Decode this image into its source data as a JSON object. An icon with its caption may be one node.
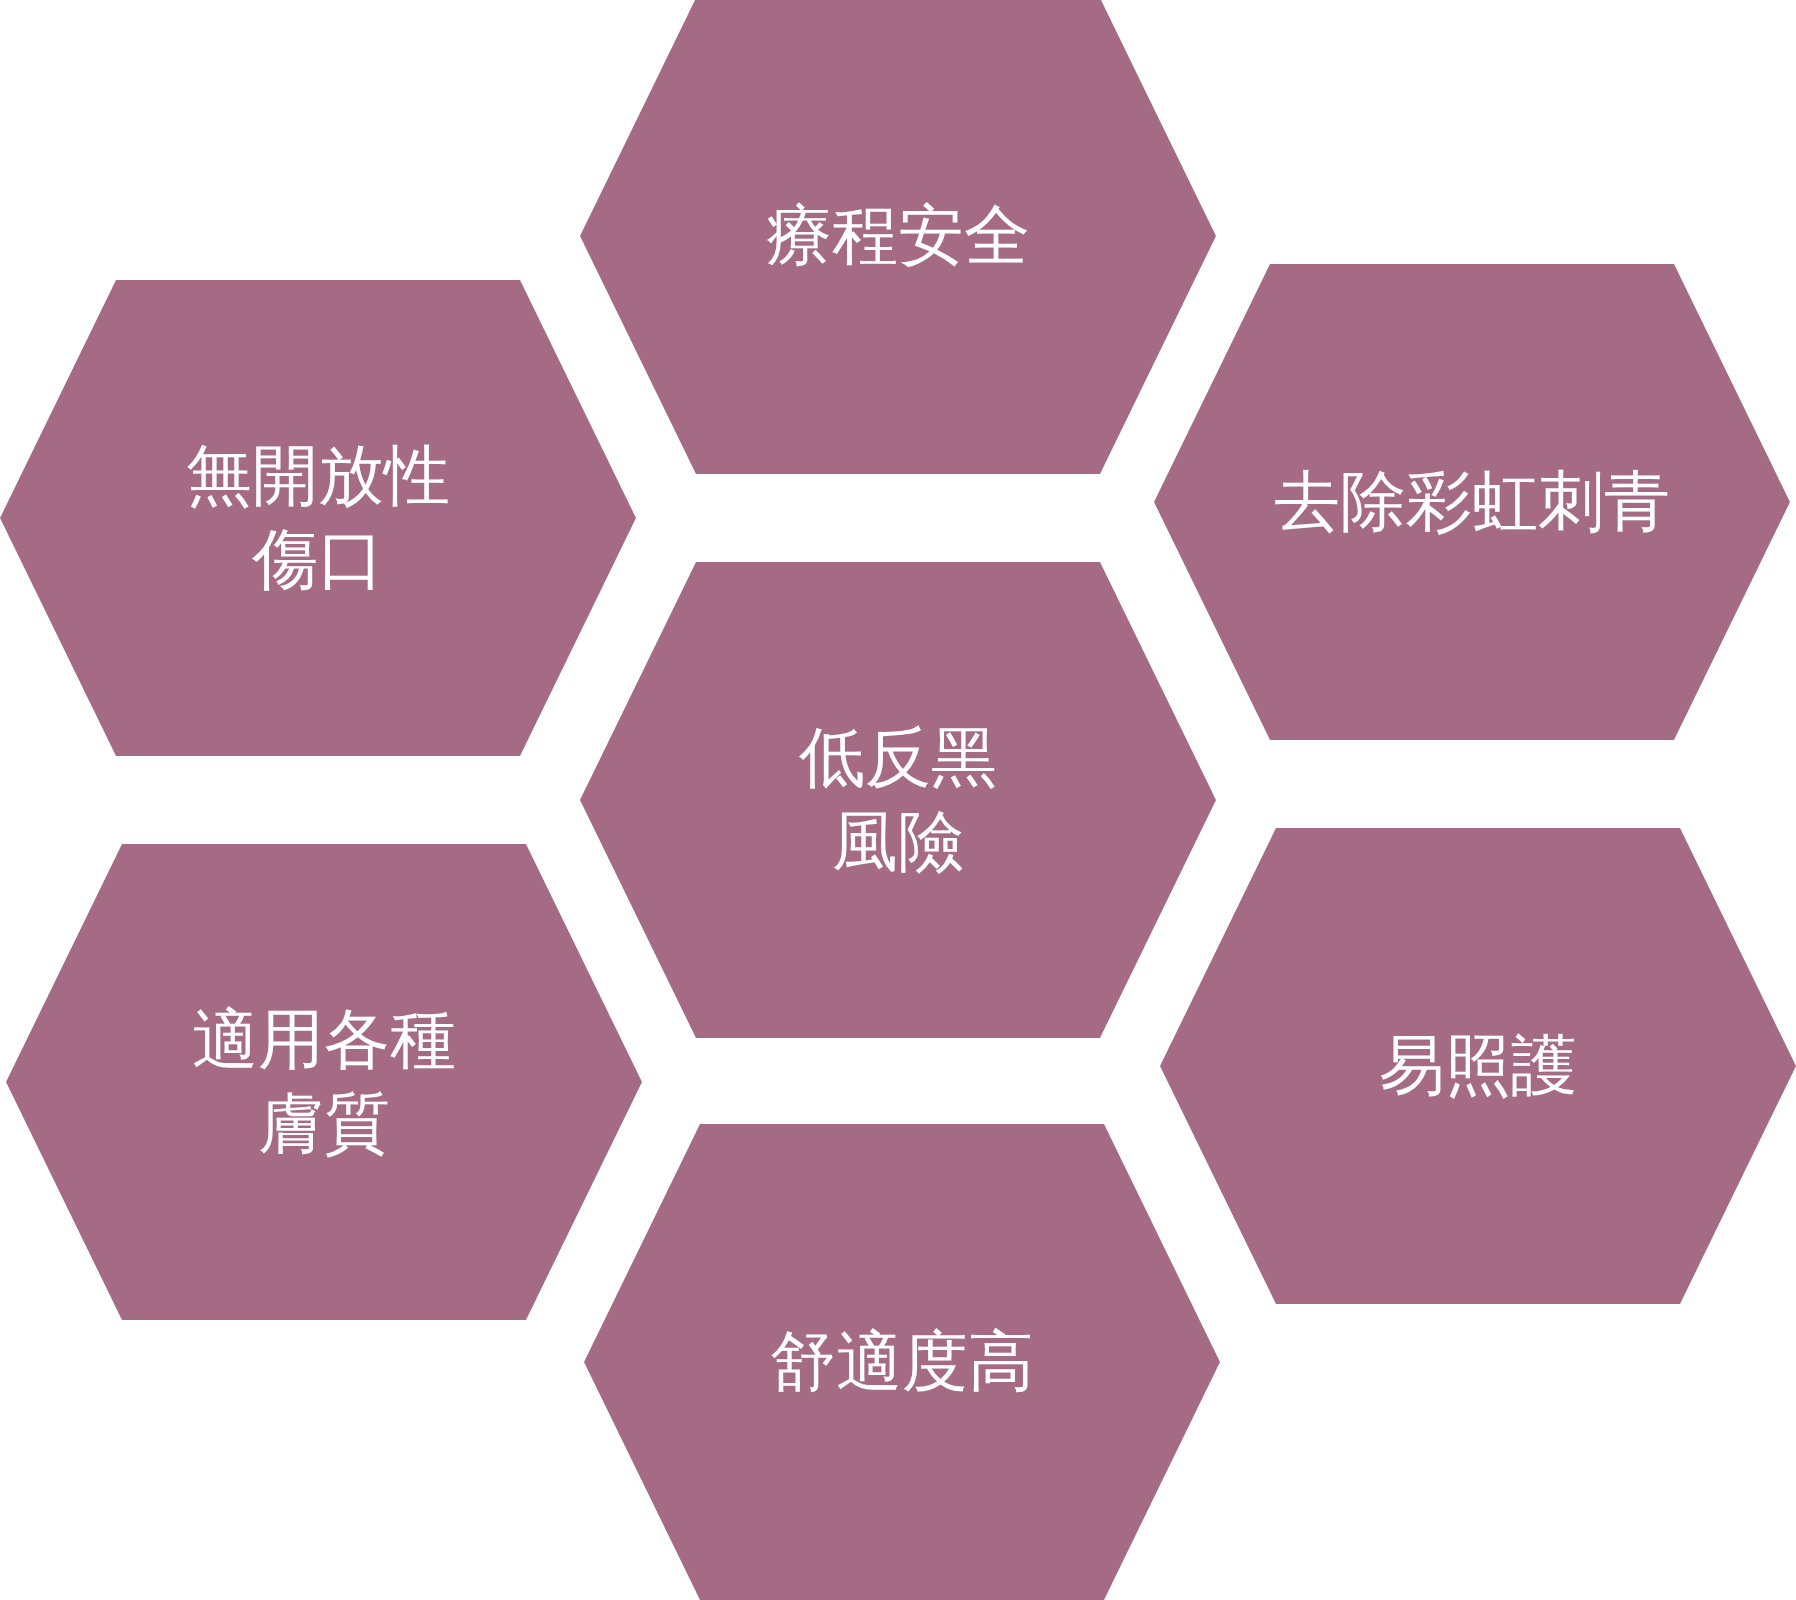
{
  "diagram": {
    "nodes": [
      {
        "text": [
          "療程安全"
        ]
      },
      {
        "text": [
          "去除彩虹刺青"
        ]
      },
      {
        "text": [
          "無開放性傷口"
        ]
      },
      {
        "text": [
          "低反黑風險"
        ]
      },
      {
        "text": [
          "易照護"
        ]
      },
      {
        "text": [
          "適用各種膚質"
        ]
      },
      {
        "text": [
          "舒適度高"
        ]
      }
    ]
  }
}
